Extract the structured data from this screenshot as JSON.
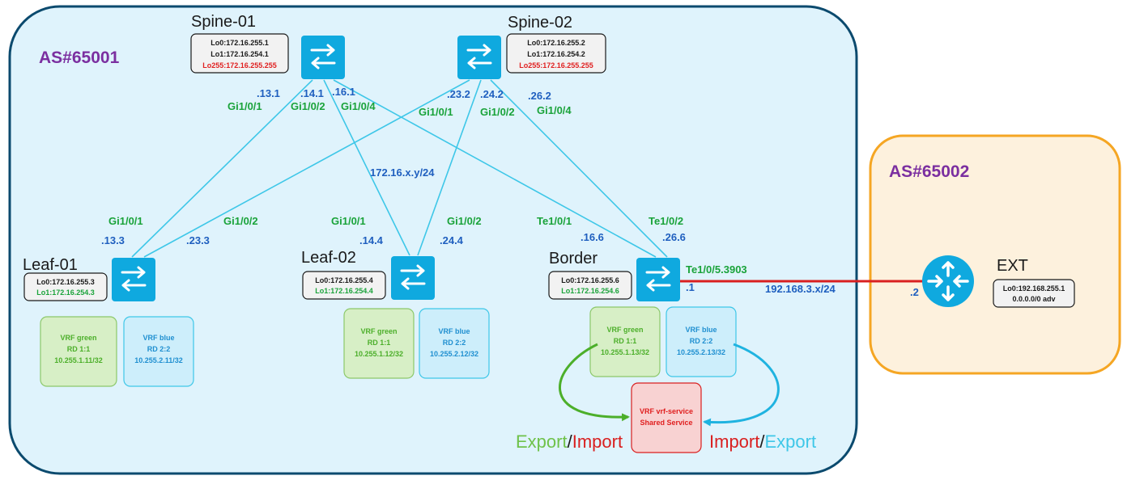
{
  "colors": {
    "as1_fill": "#dff3fc",
    "as1_stroke": "#0b4a6e",
    "as2_fill": "#fdf1dd",
    "as2_stroke": "#f5a623",
    "link_blue": "#3ec7e8",
    "link_red": "#d92020",
    "as_label": "#7b2fa0",
    "iface_green": "#1aa33a",
    "ip_blue": "#1f5fbf",
    "lo_red": "#e02020",
    "switch_blue": "#0fa9df",
    "vrf_green_fill": "#d7efc6",
    "vrf_green_stroke": "#8cc86a",
    "vrf_green_text": "#4caf2a",
    "vrf_blue_fill": "#cdeefb",
    "vrf_blue_stroke": "#3ec7e8",
    "vrf_blue_text": "#1f8fd0",
    "vrf_service_fill": "#f8d2d2",
    "vrf_service_stroke": "#d92020"
  },
  "as_labels": {
    "as1": "AS#65001",
    "as2": "AS#65002"
  },
  "devices": {
    "spine01": {
      "name": "Spine-01",
      "lo0": "Lo0:172.16.255.1",
      "lo1": "Lo1:172.16.254.1",
      "lo255": "Lo255:172.16.255.255",
      "icon": "switch-icon"
    },
    "spine02": {
      "name": "Spine-02",
      "lo0": "Lo0:172.16.255.2",
      "lo1": "Lo1:172.16.254.2",
      "lo255": "Lo255:172.16.255.255",
      "icon": "switch-icon"
    },
    "leaf01": {
      "name": "Leaf-01",
      "lo0": "Lo0:172.16.255.3",
      "lo1": "Lo1:172.16.254.3",
      "icon": "switch-icon"
    },
    "leaf02": {
      "name": "Leaf-02",
      "lo0": "Lo0:172.16.255.4",
      "lo1": "Lo1:172.16.254.4",
      "icon": "switch-icon"
    },
    "border": {
      "name": "Border",
      "lo0": "Lo0:172.16.255.6",
      "lo1": "Lo1:172.16.254.6",
      "icon": "switch-icon"
    },
    "ext": {
      "name": "EXT",
      "lo0": "Lo0:192.168.255.1",
      "adv": "0.0.0.0/0 adv",
      "icon": "router-icon"
    }
  },
  "vrfs": {
    "leaf01_green": {
      "name": "VRF green",
      "rd": "RD 1:1",
      "prefix": "10.255.1.11/32"
    },
    "leaf01_blue": {
      "name": "VRF blue",
      "rd": "RD 2:2",
      "prefix": "10.255.2.11/32"
    },
    "leaf02_green": {
      "name": "VRF green",
      "rd": "RD 1:1",
      "prefix": "10.255.1.12/32"
    },
    "leaf02_blue": {
      "name": "VRF blue",
      "rd": "RD 2:2",
      "prefix": "10.255.2.12/32"
    },
    "border_green": {
      "name": "VRF green",
      "rd": "RD 1:1",
      "prefix": "10.255.1.13/32"
    },
    "border_blue": {
      "name": "VRF blue",
      "rd": "RD 2:2",
      "prefix": "10.255.2.13/32"
    },
    "service": {
      "name": "VRF vrf-service",
      "desc": "Shared Service"
    }
  },
  "interfaces": {
    "s1_gi1": "Gi1/0/1",
    "s1_gi2": "Gi1/0/2",
    "s1_gi4": "Gi1/0/4",
    "s2_gi1": "Gi1/0/1",
    "s2_gi2": "Gi1/0/2",
    "s2_gi4": "Gi1/0/4",
    "l1_gi1": "Gi1/0/1",
    "l1_gi2": "Gi1/0/2",
    "l2_gi1": "Gi1/0/1",
    "l2_gi2": "Gi1/0/2",
    "b_te1": "Te1/0/1",
    "b_te2": "Te1/0/2",
    "b_ext": "Te1/0/5.3903"
  },
  "ips": {
    "s1_13": ".13.1",
    "s1_14": ".14.1",
    "s1_16": ".16.1",
    "s2_23": ".23.2",
    "s2_24": ".24.2",
    "s2_26": ".26.2",
    "l1_13": ".13.3",
    "l1_23": ".23.3",
    "l2_14": ".14.4",
    "l2_24": ".24.4",
    "b_16": ".16.6",
    "b_26": ".26.6",
    "b_ext": ".1",
    "ext_ip": ".2"
  },
  "subnets": {
    "fabric": "172.16.x.y/24",
    "external": "192.168.3.x/24"
  },
  "legend": {
    "left_export": "Export",
    "left_sep": "/",
    "left_import": "Import",
    "right_import": "Import",
    "right_sep": "/",
    "right_export": "Export"
  }
}
